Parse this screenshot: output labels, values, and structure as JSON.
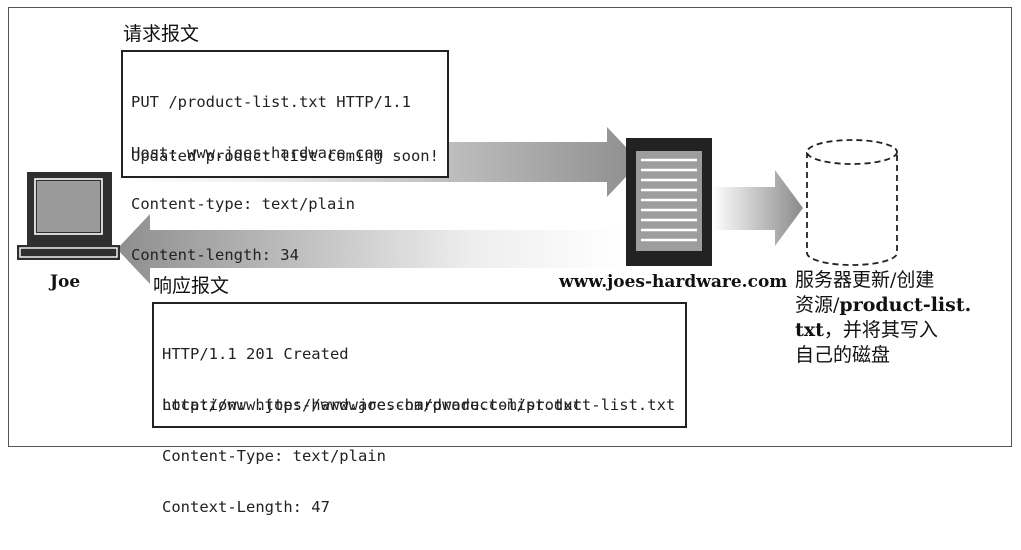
{
  "request": {
    "caption": "请求报文",
    "lines": [
      "PUT /product-list.txt HTTP/1.1",
      "Host: www.joes-hardware.com",
      "Content-type: text/plain",
      "Content-length: 34"
    ],
    "body": "Updated product list coming soon!"
  },
  "response": {
    "caption": "响应报文",
    "lines": [
      "HTTP/1.1 201 Created",
      "Location: http://www.joes-hardware.com/product-list.txt",
      "Content-Type: text/plain",
      "Context-Length: 47"
    ],
    "body": "http://www.joes-hardware.com/product-list.txt"
  },
  "client": {
    "label": "Joe",
    "icon": "computer-icon"
  },
  "server": {
    "label": "www.joes-hardware.com",
    "icon": "server-icon"
  },
  "disk": {
    "icon": "disk-cylinder-icon",
    "note_line1": "服务器更新/创建",
    "note_line2_a": "资源/",
    "note_line2_b": "product-list.",
    "note_line3_a": "txt",
    "note_line3_b": "，并将其写入",
    "note_line4": "自己的磁盘"
  }
}
